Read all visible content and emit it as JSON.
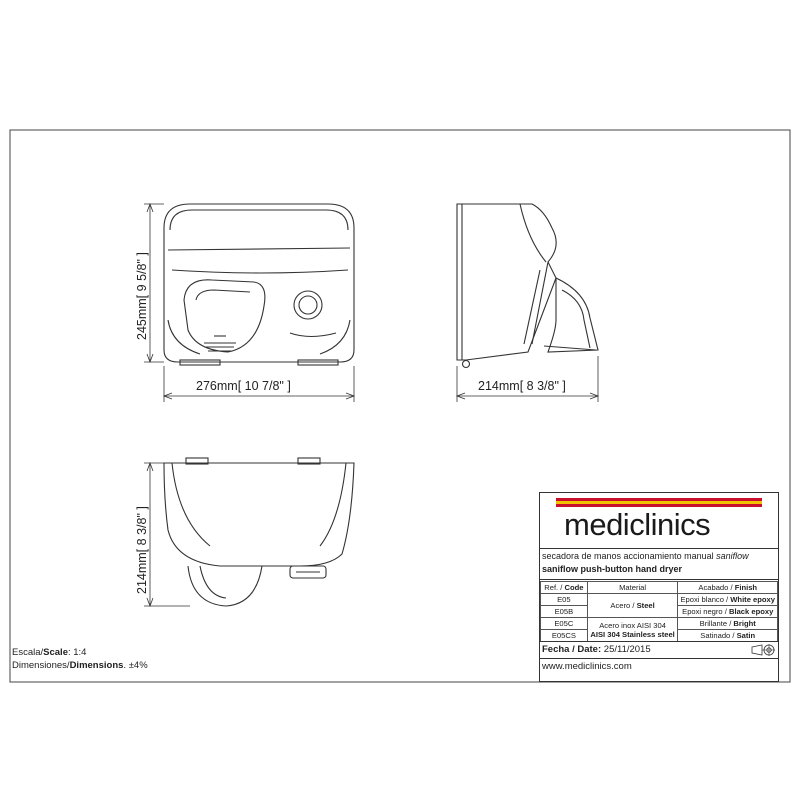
{
  "dimensions": {
    "front_height": "245mm",
    "front_height_in": "9 5/8\"",
    "front_width": "276mm",
    "front_width_in": "10 7/8\"",
    "side_depth": "214mm",
    "side_depth_in": "8 3/8\"",
    "top_depth": "214mm",
    "top_depth_in": "8 3/8\""
  },
  "title_block": {
    "brand_bold": "medi",
    "brand_light": "clinics",
    "stripe_colors": [
      "#c8102e",
      "#f2c200",
      "#c8102e"
    ],
    "desc_es_prefix": "secadora de manos accionamiento manual ",
    "desc_es_model": "saniflow",
    "desc_en": "saniflow push-button hand dryer",
    "headers": {
      "ref": "Ref. / ",
      "ref_b": "Code",
      "material": "Material",
      "finish": "Acabado / ",
      "finish_b": "Finish"
    },
    "rows": [
      {
        "code": "E05",
        "finish": "Epoxi blanco / ",
        "finish_b": "White epoxy"
      },
      {
        "code": "E05B",
        "finish": "Epoxi negro / ",
        "finish_b": "Black epoxy"
      },
      {
        "code": "E05C",
        "finish": "Brillante / ",
        "finish_b": "Bright"
      },
      {
        "code": "E05CS",
        "finish": "Satinado / ",
        "finish_b": "Satin"
      }
    ],
    "material_steel": "Acero / ",
    "material_steel_b": "Steel",
    "material_inox": "Acero inox AISI 304",
    "material_inox_b": "AISI 304 Stainless steel",
    "date_label": "Fecha / Date:",
    "date_value": "25/11/2015",
    "website": "www.mediclinics.com"
  },
  "notes": {
    "scale_label": "Escala/",
    "scale_label_b": "Scale",
    "scale_value": ":  1:4",
    "dimensions_label": "Dimensiones/",
    "dimensions_label_b": "Dimensions",
    "tolerance": ". ±4%"
  }
}
